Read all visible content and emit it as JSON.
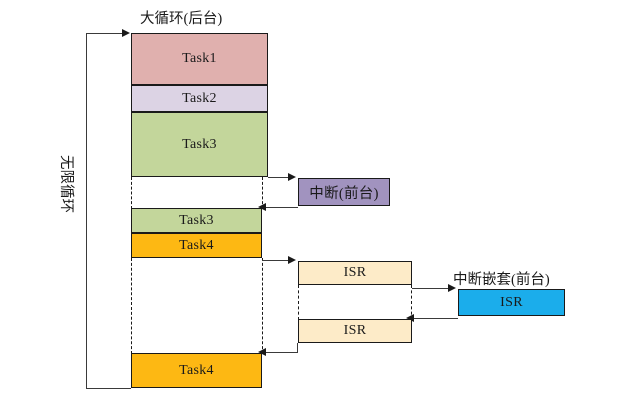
{
  "diagram": {
    "title_main": "大循环(后台)",
    "title_nested": "中断嵌套(前台)",
    "loop_label": "无限循环",
    "blocks": [
      {
        "id": "task1",
        "label": "Task1",
        "color": "#e0b0ae"
      },
      {
        "id": "task2",
        "label": "Task2",
        "color": "#dcd3e4"
      },
      {
        "id": "task3-big",
        "label": "Task3",
        "color": "#c3d69b"
      },
      {
        "id": "task3-small",
        "label": "Task3",
        "color": "#c3d69b"
      },
      {
        "id": "task4-first",
        "label": "Task4",
        "color": "#fdb813"
      },
      {
        "id": "task4-last",
        "label": "Task4",
        "color": "#fdb813"
      },
      {
        "id": "interrupt",
        "label": "中断(前台)",
        "color": "#a193bf"
      },
      {
        "id": "isr-first",
        "label": "ISR",
        "color": "#fdebc8"
      },
      {
        "id": "isr-second",
        "label": "ISR",
        "color": "#fdebc8"
      },
      {
        "id": "isr-nested",
        "label": "ISR",
        "color": "#1badeb"
      }
    ],
    "colors": {
      "task1": "#e0b0ae",
      "task2": "#dcd3e4",
      "task3": "#c3d69b",
      "task4": "#fdb813",
      "interrupt": "#a193bf",
      "isr": "#fdebc8",
      "isr_nested": "#1badeb",
      "stroke": "#1a1a1a",
      "line": "#3a3a3a"
    }
  }
}
